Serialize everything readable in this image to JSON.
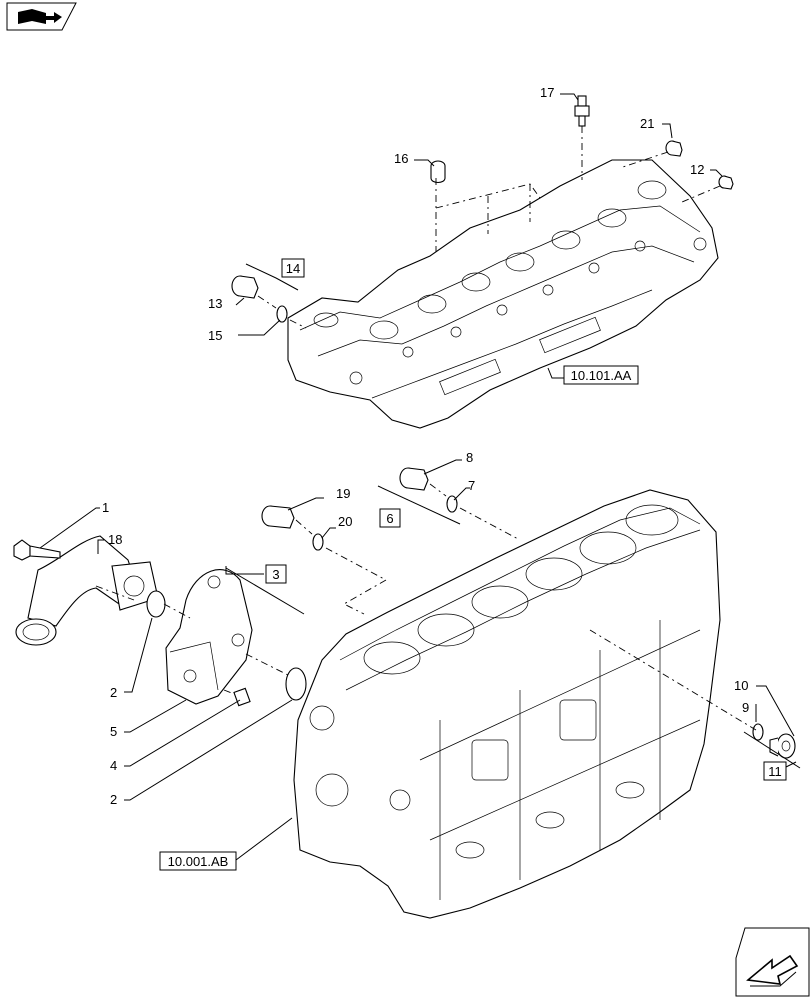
{
  "diagram": {
    "callouts": [
      "1",
      "2",
      "2",
      "3",
      "4",
      "5",
      "6",
      "7",
      "8",
      "9",
      "10",
      "11",
      "12",
      "13",
      "14",
      "15",
      "16",
      "17",
      "18",
      "19",
      "20",
      "21"
    ],
    "reference_labels": [
      "10.101.AA",
      "10.001.AB"
    ]
  },
  "icons": {
    "top_left": "book-arrow-icon",
    "bottom_right": "next-page-arrow-icon"
  },
  "colors": {
    "line": "#000000",
    "background": "#ffffff"
  }
}
